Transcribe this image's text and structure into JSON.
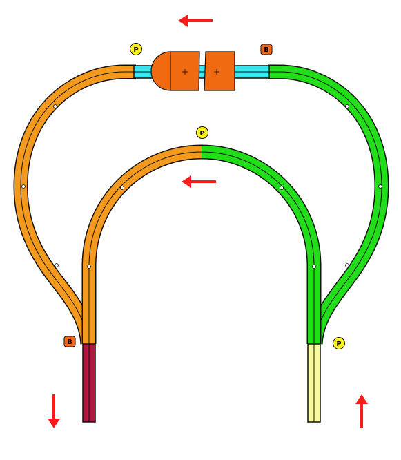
{
  "colors": {
    "outer_left": "#f39a1e",
    "outer_right": "#22dd1a",
    "inner_left": "#f39a1e",
    "inner_right": "#22dd1a",
    "top_center": "#37e6ef",
    "stub_left": "#b0173f",
    "stub_right": "#fafaa0",
    "train": "#f06a12",
    "arrow": "#ff1a1a",
    "marker_p_fill": "#fff41a",
    "marker_b_fill": "#f0661a",
    "outline": "#111111"
  },
  "markers": [
    {
      "id": "p-top",
      "label": "P",
      "kind": "p"
    },
    {
      "id": "b-top",
      "label": "B",
      "kind": "b"
    },
    {
      "id": "p-inner",
      "label": "P",
      "kind": "p"
    },
    {
      "id": "b-left",
      "label": "B",
      "kind": "b"
    },
    {
      "id": "p-right",
      "label": "P",
      "kind": "p"
    }
  ],
  "arrows": [
    {
      "id": "arrow-top",
      "direction": "left"
    },
    {
      "id": "arrow-inner",
      "direction": "left"
    },
    {
      "id": "arrow-left-stub",
      "direction": "down"
    },
    {
      "id": "arrow-right-stub",
      "direction": "up"
    }
  ],
  "train": {
    "cars": 2
  }
}
